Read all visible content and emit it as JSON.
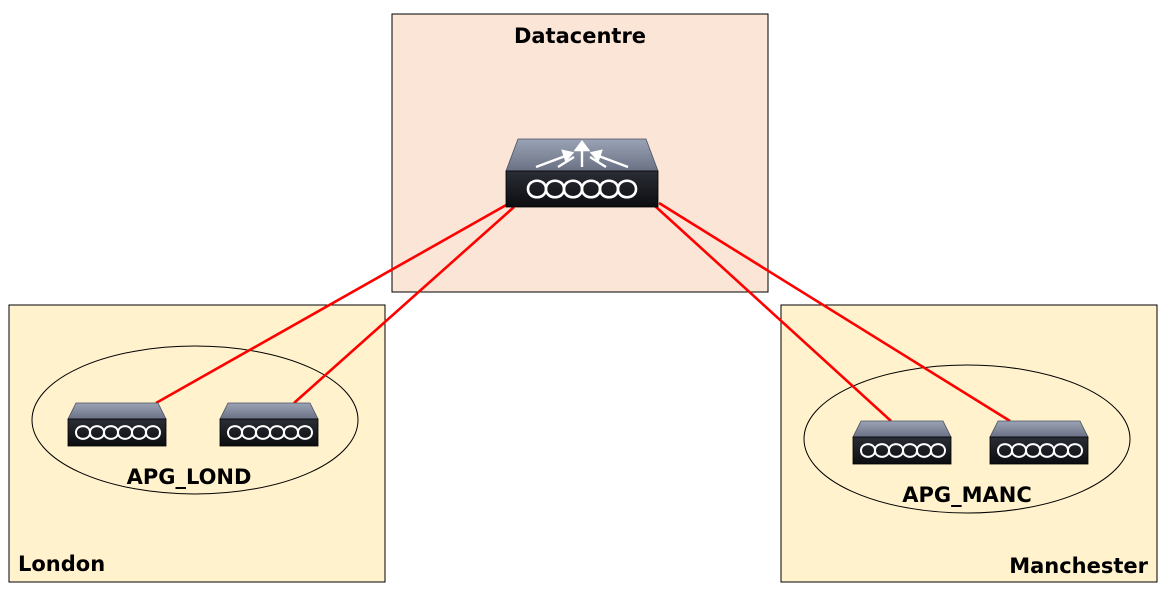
{
  "zones": {
    "datacentre": {
      "label": "Datacentre",
      "fill": "#fbe5d6"
    },
    "london": {
      "label": "London",
      "fill": "#fff2cc"
    },
    "manchester": {
      "label": "Manchester",
      "fill": "#fff2cc"
    }
  },
  "groups": {
    "london": {
      "label": "APG_LOND"
    },
    "manchester": {
      "label": "APG_MANC"
    }
  },
  "links": {
    "color": "#ff0000"
  },
  "devices": {
    "core": {
      "icon": "layer3-switch-icon"
    },
    "access": {
      "icon": "switch-icon"
    }
  }
}
